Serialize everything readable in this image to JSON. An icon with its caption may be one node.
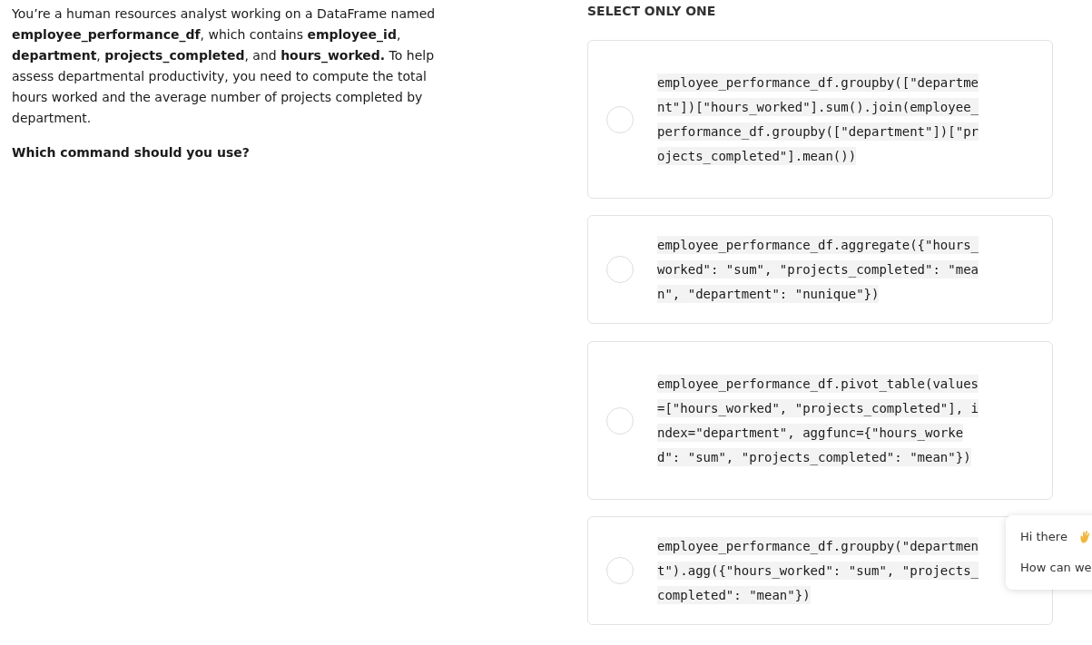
{
  "diagram": {
    "nodes": [
      {
        "text": [
          "employee_performance_df.groupby([\"department\"])[\"hours_worked\"].sum().join(employee_performance_df.groupby([\"department\"])[\"projects_completed\"].mean())"
        ]
      },
      {
        "text": [
          "employee_performance_df.aggregate({\"hours_worked\": \"sum\", \"projects_completed\": \"mean\", \"department\": \"nunique\"})"
        ]
      },
      {
        "text": [
          "employee_performance_df.pivot_table(values=[\"hours_worked\", \"projects_completed\"], index=\"department\", aggfunc={\"hours_worked\": \"sum\", \"projects_completed\": \"mean\"})"
        ]
      },
      {
        "text": [
          "employee_performance_df.groupby(\"department\").agg({\"hours_worked\": \"sum\", \"projects_completed\": \"mean\"})"
        ]
      },
      {
        "text": [
          "Hi there",
          "How can we"
        ]
      }
    ],
    "edges": [],
    "labels": [
      "You’re a human resources analyst working on a DataFrame named **employee_performance_df**, which contains **employee_id**, **department**, **projects_completed**, and **hours_worked.** To help assess departmental productivity, you need to compute the total hours worked and the average number of projects completed by department.",
      "Which command should you use?",
      "SELECT ONLY ONE"
    ]
  }
}
